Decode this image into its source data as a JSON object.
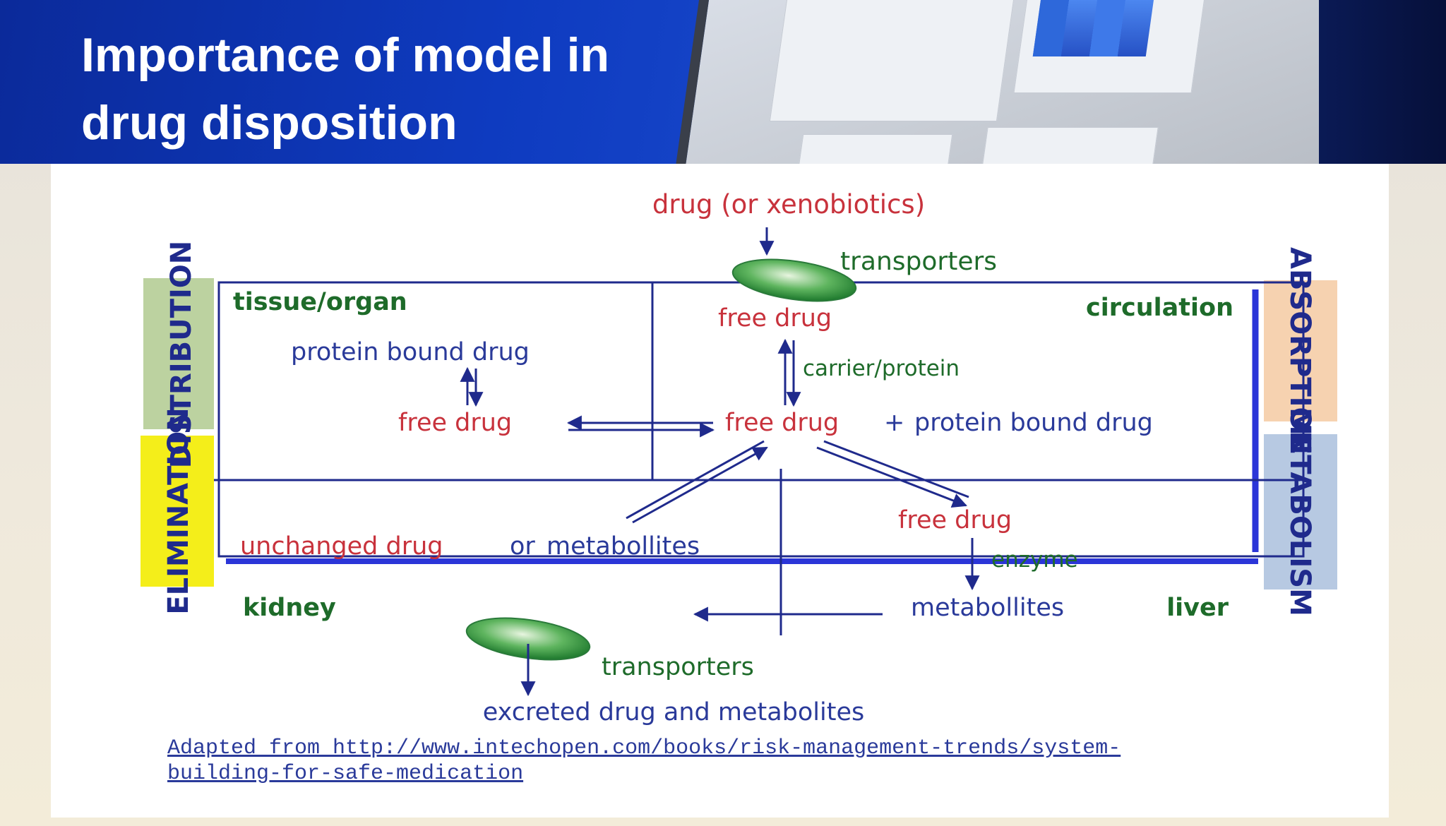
{
  "slide": {
    "title_line1": "Importance of model in",
    "title_line2": "drug disposition"
  },
  "diagram": {
    "top_label": "drug (or xenobiotics)",
    "transporters_top": "transporters",
    "transporters_bottom": "transporters",
    "bottom_label": "excreted drug and metabolites",
    "regions": {
      "tissue": "tissue/organ",
      "circulation": "circulation",
      "kidney": "kidney",
      "liver": "liver"
    },
    "side_labels": {
      "distribution": "DISTRIBUTION",
      "elimination": "ELIMINATION",
      "absorption": "ABSORPTION",
      "metabolism": "METABOLISM"
    },
    "nodes": {
      "protein_bound_tissue": "protein bound drug",
      "free_drug_tissue": "free drug",
      "free_drug_circ_top": "free drug",
      "carrier_protein": "carrier/protein",
      "free_drug_circ": "free drug",
      "plus": "+",
      "protein_bound_circ": "protein bound drug",
      "unchanged": "unchanged drug",
      "or": "or",
      "metabolites_kidney": "metabollites",
      "free_drug_liver": "free drug",
      "enzyme": "enzyme",
      "metabolites_liver": "metabollites"
    },
    "colors": {
      "navy": "#1f2a8c",
      "red": "#c8323c",
      "green": "#1e6b2a",
      "distribution_bg": "#bcd2a0",
      "elimination_bg": "#f4ee1a",
      "absorption_bg": "#f6d2b0",
      "metabolism_bg": "#b7c9e2"
    }
  },
  "source": {
    "line1": "Adapted from http://www.intechopen.com/books/risk-management-trends/system-",
    "line2": "building-for-safe-medication"
  }
}
